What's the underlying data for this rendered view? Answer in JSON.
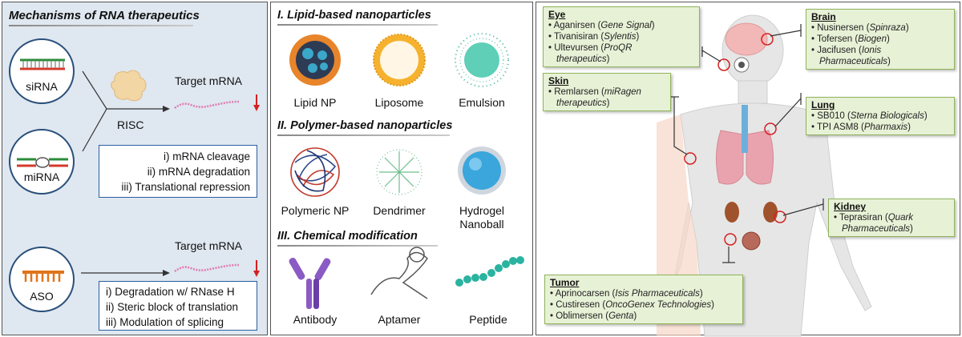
{
  "panel1": {
    "title": "Mechanisms of RNA therapeutics",
    "sirna_label": "siRNA",
    "mirna_label": "miRNA",
    "aso_label": "ASO",
    "risc_label": "RISC",
    "target_mrna_1": "Target mRNA",
    "target_mrna_2": "Target mRNA",
    "mech1": [
      "i) mRNA  cleavage",
      "ii) mRNA degradation",
      "iii) Translational repression"
    ],
    "mech2": [
      "i) Degradation w/ RNase H",
      "ii) Steric block of translation",
      "iii) Modulation of splicing"
    ]
  },
  "panel2": {
    "sec1": "I. Lipid-based nanoparticles",
    "sec1_items": [
      "Lipid NP",
      "Liposome",
      "Emulsion"
    ],
    "sec2": "II. Polymer-based nanoparticles",
    "sec2_items": [
      "Polymeric NP",
      "Dendrimer",
      "Hydrogel Nanoball"
    ],
    "sec3": "III. Chemical modification",
    "sec3_items": [
      "Antibody",
      "Aptamer",
      "Peptide"
    ]
  },
  "panel3": {
    "eye": {
      "title": "Eye",
      "items": [
        [
          "Aganirsen (",
          "Gene Signal",
          ")"
        ],
        [
          "Tivanisiran (",
          "Sylentis",
          ")"
        ],
        [
          "Ultevursen (",
          "ProQR",
          ""
        ],
        [
          "",
          "therapeutics",
          ")"
        ]
      ]
    },
    "brain": {
      "title": "Brain",
      "items": [
        [
          "Nusinersen (",
          "Spinraza",
          ")"
        ],
        [
          "Tofersen (",
          "Biogen",
          ")"
        ],
        [
          "Jacifusen (",
          "Ionis",
          ""
        ],
        [
          "",
          "Pharmaceuticals",
          ")"
        ]
      ]
    },
    "skin": {
      "title": "Skin",
      "items": [
        [
          "Remlarsen (",
          "miRagen",
          ""
        ],
        [
          "",
          "therapeutics",
          ")"
        ]
      ]
    },
    "lung": {
      "title": "Lung",
      "items": [
        [
          "SB010 (",
          "Sterna Biologicals",
          ")"
        ],
        [
          "TPI ASM8 (",
          "Pharmaxis",
          ")"
        ]
      ]
    },
    "kidney": {
      "title": "Kidney",
      "items": [
        [
          "Teprasiran (",
          "Quark",
          ""
        ],
        [
          "",
          "Pharmaceuticals",
          ")"
        ]
      ]
    },
    "tumor": {
      "title": "Tumor",
      "items": [
        [
          "Aprinocarsen (",
          "Isis Pharmaceuticals",
          ")"
        ],
        [
          "Custiresen (",
          "OncoGenex Technologies",
          ")"
        ],
        [
          "Oblimersen (",
          "Genta",
          ")"
        ]
      ]
    }
  },
  "colors": {
    "panel1_bg": "#dfe7f0",
    "box_border": "#2a5fa0",
    "green_box": "#e7f1d6",
    "arrow_red": "#d42020"
  }
}
